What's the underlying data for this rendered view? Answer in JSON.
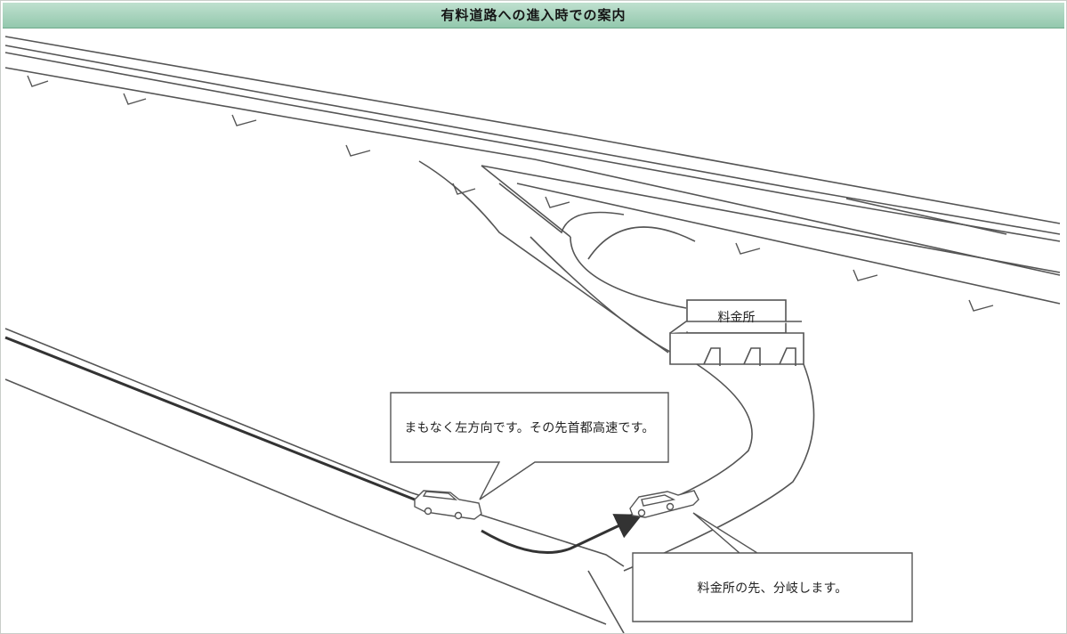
{
  "title": "有料道路への進入時での案内",
  "tollbooth": {
    "label": "料金所"
  },
  "callouts": {
    "left_turn": "まもなく左方向です。その先首都高速です。",
    "branch": "料金所の先、分岐します。"
  },
  "colors": {
    "header": "#a8d4bd",
    "header_border": "#6fa98b",
    "route_arrow": "#333333",
    "road_stroke": "#555555"
  },
  "icons": [
    "car-icon",
    "route-arrow-icon",
    "tollbooth-icon",
    "highway-pillar-icon"
  ]
}
